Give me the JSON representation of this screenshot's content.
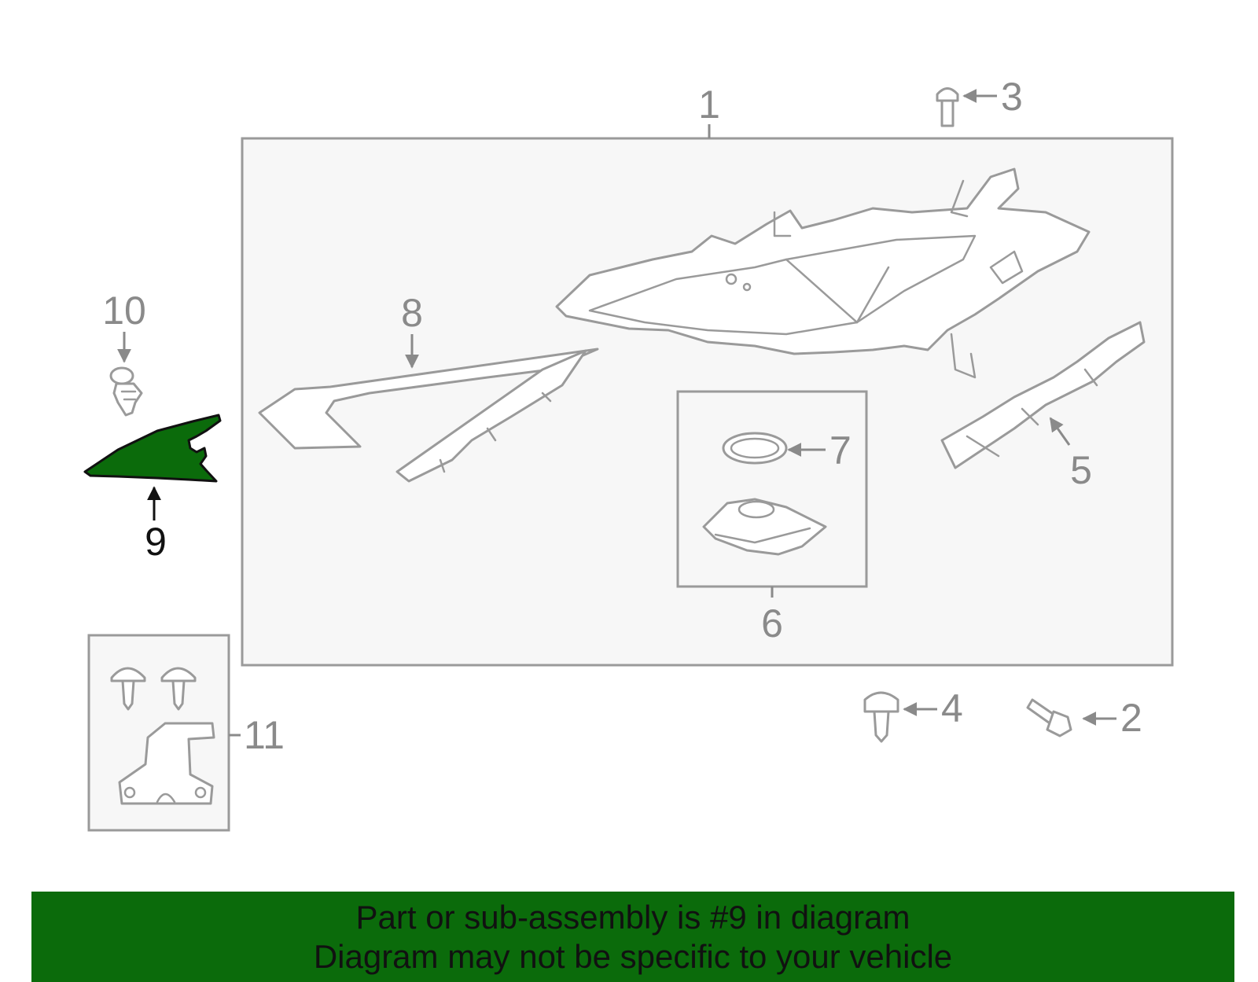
{
  "diagram": {
    "callouts": [
      {
        "id": "1",
        "text": "1"
      },
      {
        "id": "2",
        "text": "2"
      },
      {
        "id": "3",
        "text": "3"
      },
      {
        "id": "4",
        "text": "4"
      },
      {
        "id": "5",
        "text": "5"
      },
      {
        "id": "6",
        "text": "6"
      },
      {
        "id": "7",
        "text": "7"
      },
      {
        "id": "8",
        "text": "8"
      },
      {
        "id": "9",
        "text": "9"
      },
      {
        "id": "10",
        "text": "10"
      },
      {
        "id": "11",
        "text": "11"
      }
    ],
    "highlighted_part": "9",
    "colors": {
      "highlight_fill": "#0b6b0b",
      "line_gray": "#9a9a9a",
      "panel_fill": "#f7f7f7",
      "banner": "#0b6b0b"
    }
  },
  "banner": {
    "line1": "Part or sub-assembly is #9 in diagram",
    "line2": "Diagram may not be specific to your vehicle"
  }
}
